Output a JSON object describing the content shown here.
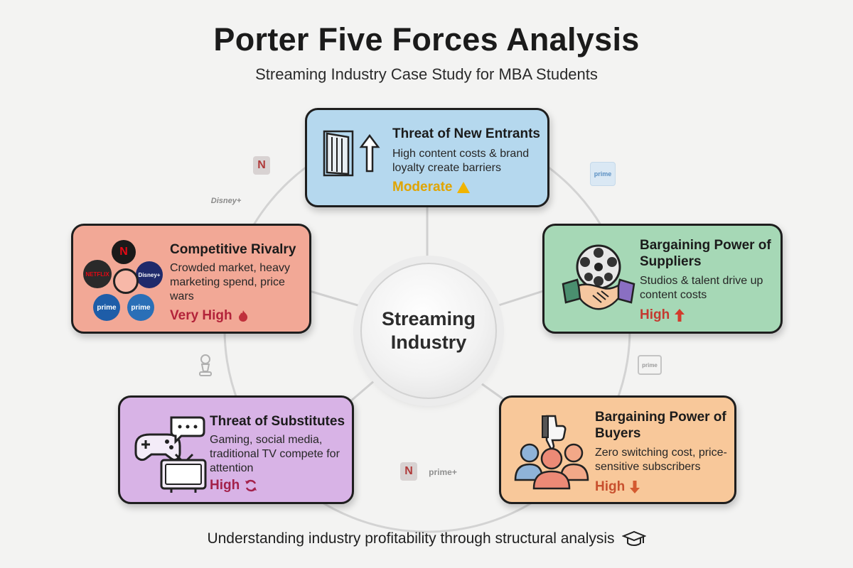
{
  "title": "Porter Five Forces Analysis",
  "subtitle": "Streaming Industry Case Study for MBA Students",
  "hub": {
    "label": "Streaming Industry"
  },
  "forces": {
    "new_entrants": {
      "title": "Threat of New Entrants",
      "description": "High content costs & brand loyalty create barriers",
      "rating": "Moderate",
      "rating_color": "#e0a400",
      "card_color": "#b5d8ee",
      "icon": "door-up-arrow-icon"
    },
    "rivalry": {
      "title": "Competitive Rivalry",
      "description": "Crowded market, heavy marketing spend, price wars",
      "rating": "Very High",
      "rating_color": "#b3233a",
      "card_color": "#f2a896",
      "icon": "streaming-logos-cluster-icon",
      "logos": [
        "N",
        "NETFLIX",
        "Disney+",
        "prime",
        "prime"
      ]
    },
    "suppliers": {
      "title": "Bargaining Power of Suppliers",
      "description": "Studios & talent drive up content costs",
      "rating": "High",
      "rating_color": "#c43a30",
      "card_color": "#a6d8b6",
      "icon": "film-reel-handshake-icon"
    },
    "substitutes": {
      "title": "Threat of Substitutes",
      "description": "Gaming, social media, traditional TV compete for attention",
      "rating": "High",
      "rating_color": "#a3214a",
      "card_color": "#d8b3e6",
      "icon": "gamepad-tv-chat-icon"
    },
    "buyers": {
      "title": "Bargaining Power of Buyers",
      "description": "Zero switching cost, price-sensitive subscribers",
      "rating": "High",
      "rating_color": "#c8502e",
      "card_color": "#f8c89a",
      "icon": "users-thumbs-down-icon"
    }
  },
  "decorations": {
    "netflix_mark": "N",
    "disney_mark": "Disney+",
    "prime_mark": "prime",
    "prime_plus_mark": "prime+"
  },
  "footer": {
    "text": "Understanding industry profitability through structural analysis",
    "icon": "graduation-cap-icon"
  }
}
